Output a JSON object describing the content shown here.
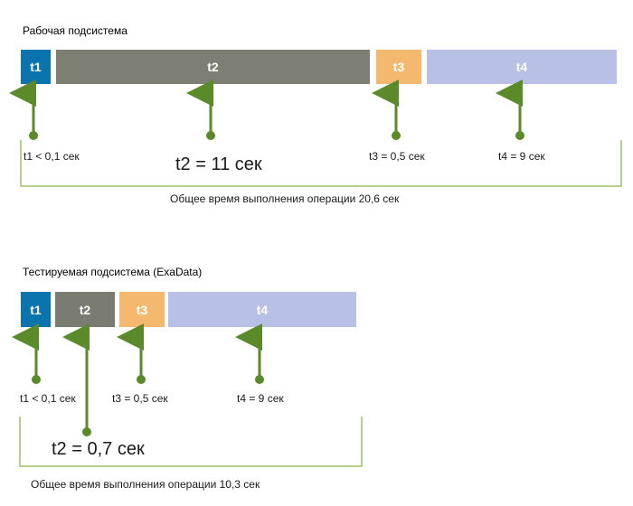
{
  "colors": {
    "t1": "#0b74ae",
    "t2_top": "#7d7f73",
    "t2_bottom": "#7a7c72",
    "t3": "#f4b96e",
    "t4": "#b9c0e6",
    "arrow": "#5a8a2a",
    "bracket": "#9cbf6a"
  },
  "work": {
    "title": "Рабочая подсистема",
    "segments": [
      {
        "label": "t1"
      },
      {
        "label": "t2"
      },
      {
        "label": "t3"
      },
      {
        "label": "t4"
      }
    ],
    "value_labels": [
      "t1 < 0,1 сек",
      "t2 = 11 сек",
      "t3 = 0,5 сек",
      "t4 = 9 сек"
    ],
    "total": "Общее время выполнения операции 20,6 сек"
  },
  "test": {
    "title": "Тестируемая подсистема (ExaData)",
    "segments": [
      {
        "label": "t1"
      },
      {
        "label": "t2"
      },
      {
        "label": "t3"
      },
      {
        "label": "t4"
      }
    ],
    "value_labels": [
      "t1 < 0,1 сек",
      "t2 = 0,7 сек",
      "t3 = 0,5 сек",
      "t4 = 9 сек"
    ],
    "total": "Общее время выполнения операции 10,3 сек"
  }
}
